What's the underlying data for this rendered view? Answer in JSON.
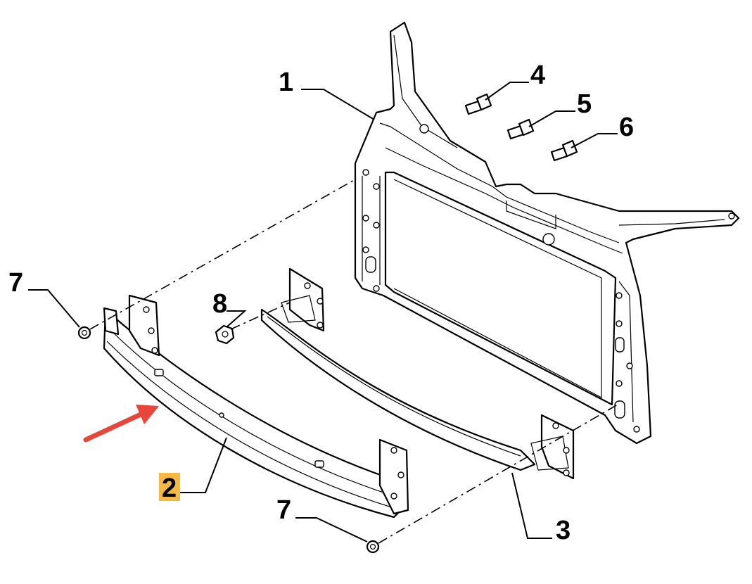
{
  "callouts": [
    {
      "id": "1",
      "label": "1"
    },
    {
      "id": "2",
      "label": "2",
      "highlighted": true
    },
    {
      "id": "3",
      "label": "3"
    },
    {
      "id": "4",
      "label": "4"
    },
    {
      "id": "5",
      "label": "5"
    },
    {
      "id": "6",
      "label": "6"
    },
    {
      "id": "7a",
      "label": "7"
    },
    {
      "id": "7b",
      "label": "7"
    },
    {
      "id": "8",
      "label": "8"
    }
  ],
  "colors": {
    "highlight": "#f5b843",
    "arrow": "#e8463a",
    "line": "#000000",
    "background": "#ffffff"
  }
}
